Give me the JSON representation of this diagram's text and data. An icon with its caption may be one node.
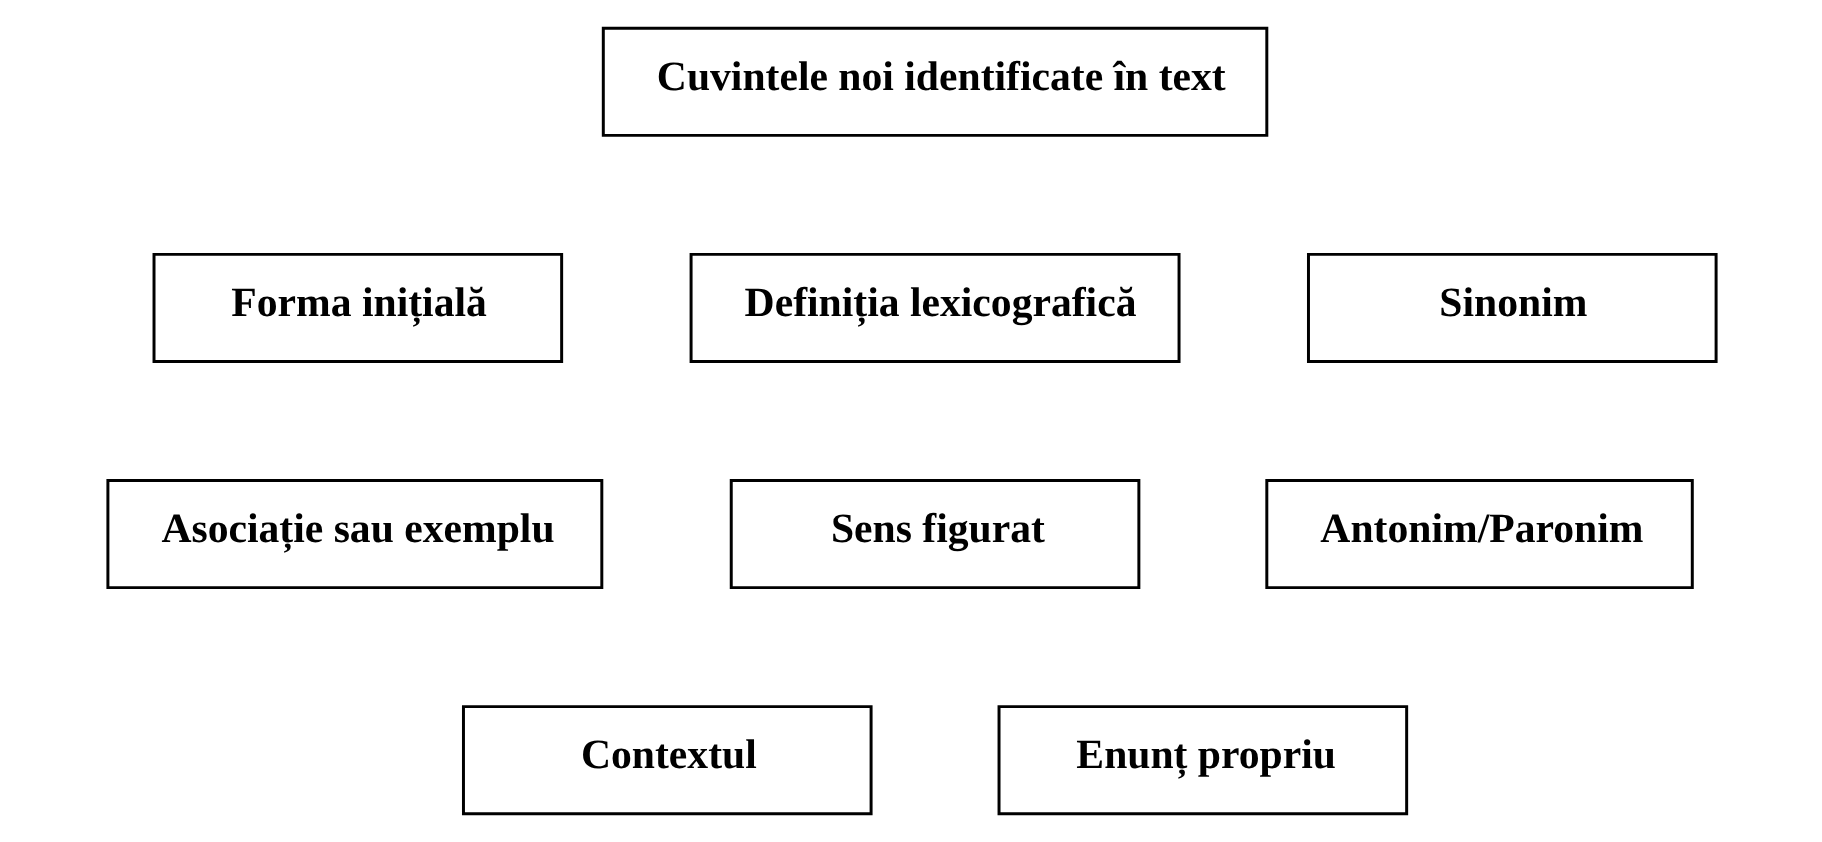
{
  "diagram": {
    "nodes": [
      {
        "text": [
          "Cuvintele noi identificate în text"
        ]
      },
      {
        "text": [
          "Forma inițială"
        ]
      },
      {
        "text": [
          "Definiția lexicografică"
        ]
      },
      {
        "text": [
          "Sinonim"
        ]
      },
      {
        "text": [
          "Asociație sau exemplu"
        ]
      },
      {
        "text": [
          "Sens figurat"
        ]
      },
      {
        "text": [
          "Antonim/Paronim"
        ]
      },
      {
        "text": [
          "Contextul"
        ]
      },
      {
        "text": [
          "Enunț propriu"
        ]
      }
    ]
  }
}
